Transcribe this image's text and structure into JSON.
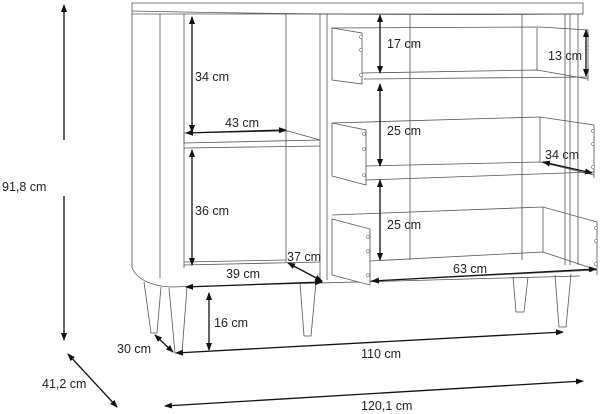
{
  "drawing": {
    "title": "Sideboard dimension drawing",
    "labels": {
      "total_height": "91,8 cm",
      "total_depth": "41,2 cm",
      "total_width": "120,1 cm",
      "leg_span_width": "110 cm",
      "leg_span_depth": "30 cm",
      "leg_height": "16 cm",
      "upper_shelf_height": "34 cm",
      "upper_shelf_width": "43 cm",
      "lower_shelf_height": "36 cm",
      "lower_shelf_width": "39 cm",
      "lower_shelf_depth": "37 cm",
      "drawer1_opening_height": "17 cm",
      "drawer1_side_height": "13 cm",
      "drawer2_opening_height": "25 cm",
      "drawer2_depth": "34 cm",
      "drawer3_opening_height": "25 cm",
      "drawer3_width": "63 cm"
    }
  }
}
